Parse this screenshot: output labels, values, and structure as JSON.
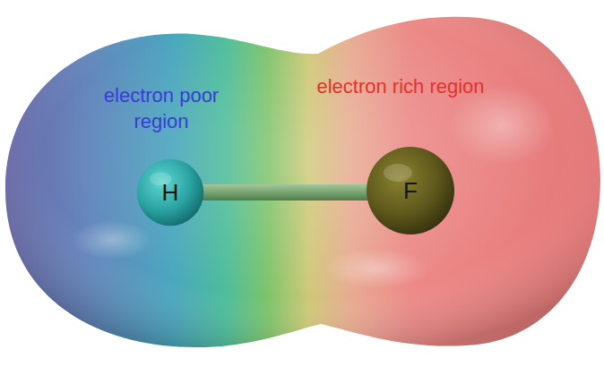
{
  "diagram": {
    "nodes": [
      {
        "text": [
          "H"
        ]
      },
      {
        "text": [
          "F"
        ]
      }
    ],
    "edges": [
      {
        "from": 0,
        "to": 1,
        "arrow": "none"
      }
    ],
    "labels": [
      "electron poor region",
      "electron rich region"
    ]
  }
}
